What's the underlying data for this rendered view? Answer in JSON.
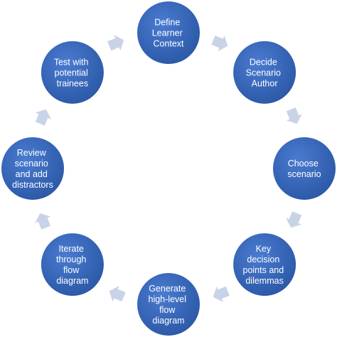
{
  "diagram": {
    "nodes": [
      {
        "id": "define",
        "lines": [
          "Define",
          "Learner",
          "Context"
        ]
      },
      {
        "id": "decide",
        "lines": [
          "Decide",
          "Scenario",
          "Author"
        ]
      },
      {
        "id": "choose",
        "lines": [
          "Choose",
          "scenario"
        ]
      },
      {
        "id": "key",
        "lines": [
          "Key",
          "decision",
          "points and",
          "dilemmas"
        ]
      },
      {
        "id": "generate",
        "lines": [
          "Generate",
          "high-level",
          "flow",
          "diagram"
        ]
      },
      {
        "id": "iterate",
        "lines": [
          "Iterate",
          "through",
          "flow",
          "diagram"
        ]
      },
      {
        "id": "review",
        "lines": [
          "Review",
          "scenario",
          "and add",
          "distractors"
        ]
      },
      {
        "id": "test",
        "lines": [
          "Test with",
          "potential",
          "trainees"
        ]
      }
    ],
    "colors": {
      "node_fill": "#2F5FAF",
      "node_fill_light": "#4472C4",
      "arrow_fill": "#C9D3E8",
      "text": "#FFFFFF"
    }
  }
}
